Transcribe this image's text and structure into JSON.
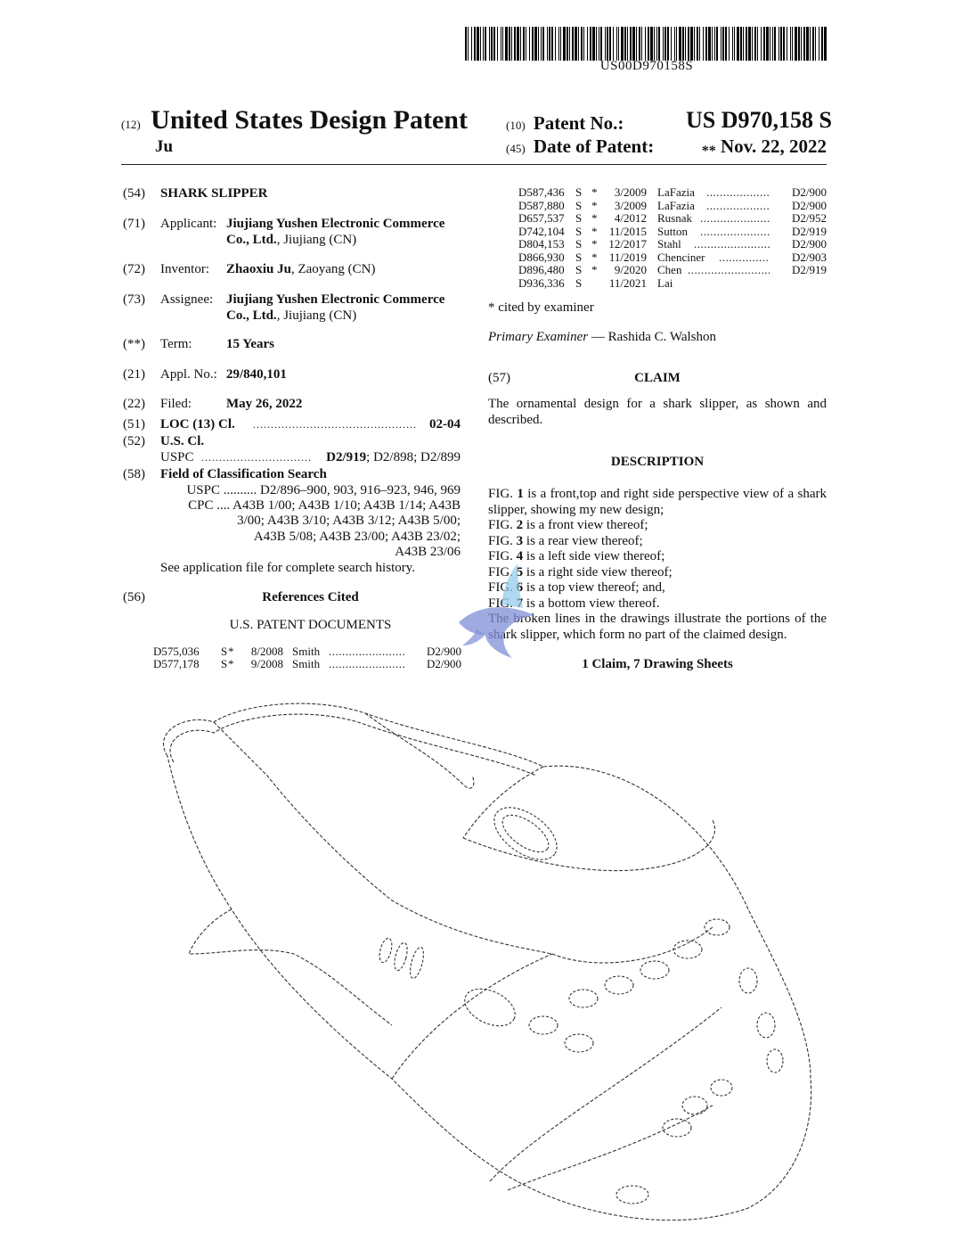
{
  "header": {
    "doc_number": "US00D970158S",
    "code_12": "(12)",
    "title": "United States Design Patent",
    "inventor_short": "Ju",
    "code_10": "(10)",
    "patent_no_label": "Patent No.:",
    "patent_no": "US D970,158 S",
    "code_45": "(45)",
    "date_label": "Date of Patent:",
    "date_mark": "**",
    "date": "Nov. 22, 2022"
  },
  "biblio": {
    "f54": {
      "code": "(54)",
      "value": "SHARK SLIPPER"
    },
    "f71": {
      "code": "(71)",
      "label": "Applicant:",
      "line1": "Jiujiang Yushen Electronic Commerce",
      "line2_bold": "Co., Ltd.",
      "line2_rest": ", Jiujiang (CN)"
    },
    "f72": {
      "code": "(72)",
      "label": "Inventor:",
      "name": "Zhaoxiu Ju",
      "rest": ", Zaoyang (CN)"
    },
    "f73": {
      "code": "(73)",
      "label": "Assignee:",
      "line1": "Jiujiang Yushen Electronic Commerce",
      "line2_bold": "Co., Ltd.",
      "line2_rest": ", Jiujiang (CN)"
    },
    "term": {
      "code": "(**)",
      "label": "Term:",
      "value": "15 Years"
    },
    "f21": {
      "code": "(21)",
      "label": "Appl. No.:",
      "value": "29/840,101"
    },
    "f22": {
      "code": "(22)",
      "label": "Filed:",
      "value": "May 26, 2022"
    },
    "f51": {
      "code": "(51)",
      "label": "LOC (13) Cl.",
      "dots": "..............................................",
      "value": "02-04"
    },
    "f52": {
      "code": "(52)",
      "label": "U.S. Cl.",
      "uspc": "USPC",
      "dots": "...............................",
      "main": "D2/919",
      "rest": "; D2/898; D2/899"
    },
    "f58": {
      "code": "(58)",
      "label": "Field of Classification Search",
      "uspc_line": "USPC .......... D2/896–900, 903, 916–923, 946, 969",
      "cpc_line1": "CPC .... A43B 1/00; A43B 1/10; A43B 1/14; A43B",
      "cpc_line2": "3/00; A43B 3/10; A43B 3/12; A43B 5/00;",
      "cpc_line3": "A43B 5/08; A43B 23/00; A43B 23/02;",
      "cpc_line4": "A43B 23/06",
      "note": "See application file for complete search history."
    },
    "f56": {
      "code": "(56)",
      "label": "References Cited",
      "subhead": "U.S. PATENT DOCUMENTS"
    }
  },
  "references_left": [
    {
      "num": "D575,036",
      "kind": "S",
      "star": "*",
      "date": "8/2008",
      "name": "Smith",
      "cls": "D2/900"
    },
    {
      "num": "D577,178",
      "kind": "S",
      "star": "*",
      "date": "9/2008",
      "name": "Smith",
      "cls": "D2/900"
    }
  ],
  "references_right": [
    {
      "num": "D587,436",
      "kind": "S",
      "star": "*",
      "date": "3/2009",
      "name": "LaFazia",
      "cls": "D2/900"
    },
    {
      "num": "D587,880",
      "kind": "S",
      "star": "*",
      "date": "3/2009",
      "name": "LaFazia",
      "cls": "D2/900"
    },
    {
      "num": "D657,537",
      "kind": "S",
      "star": "*",
      "date": "4/2012",
      "name": "Rusnak",
      "cls": "D2/952"
    },
    {
      "num": "D742,104",
      "kind": "S",
      "star": "*",
      "date": "11/2015",
      "name": "Sutton",
      "cls": "D2/919"
    },
    {
      "num": "D804,153",
      "kind": "S",
      "star": "*",
      "date": "12/2017",
      "name": "Stahl",
      "cls": "D2/900"
    },
    {
      "num": "D866,930",
      "kind": "S",
      "star": "*",
      "date": "11/2019",
      "name": "Chenciner",
      "cls": "D2/903"
    },
    {
      "num": "D896,480",
      "kind": "S",
      "star": "*",
      "date": "9/2020",
      "name": "Chen",
      "cls": "D2/919"
    },
    {
      "num": "D936,336",
      "kind": "S",
      "star": "",
      "date": "11/2021",
      "name": "Lai",
      "cls": ""
    }
  ],
  "right_col": {
    "cited_note": "* cited by examiner",
    "examiner_label": "Primary Examiner",
    "examiner_name": " — Rashida C. Walshon",
    "claim_code": "(57)",
    "claim_head": "CLAIM",
    "claim_text": "The ornamental design for a shark slipper, as shown and described.",
    "description_head": "DESCRIPTION",
    "figs": [
      {
        "pre": "FIG. ",
        "n": "1",
        "post": " is a front,top and right side perspective view of a shark slipper, showing my new design;"
      },
      {
        "pre": "FIG. ",
        "n": "2",
        "post": " is a front view thereof;"
      },
      {
        "pre": "FIG. ",
        "n": "3",
        "post": " is a rear view thereof;"
      },
      {
        "pre": "FIG. ",
        "n": "4",
        "post": " is a left side view thereof;"
      },
      {
        "pre": "FIG. ",
        "n": "5",
        "post": " is a right side view thereof;"
      },
      {
        "pre": "FIG. ",
        "n": "6",
        "post": " is a top view thereof; and,"
      },
      {
        "pre": "FIG. ",
        "n": "7",
        "post": " is a bottom view thereof."
      }
    ],
    "broken_lines": "The broken lines in the drawings illustrate the portions of the shark slipper, which form no part of the claimed design.",
    "claims_sheets": "1 Claim, 7 Drawing Sheets"
  },
  "colors": {
    "watermark": "#7f8fd6",
    "ink": "#111111"
  }
}
